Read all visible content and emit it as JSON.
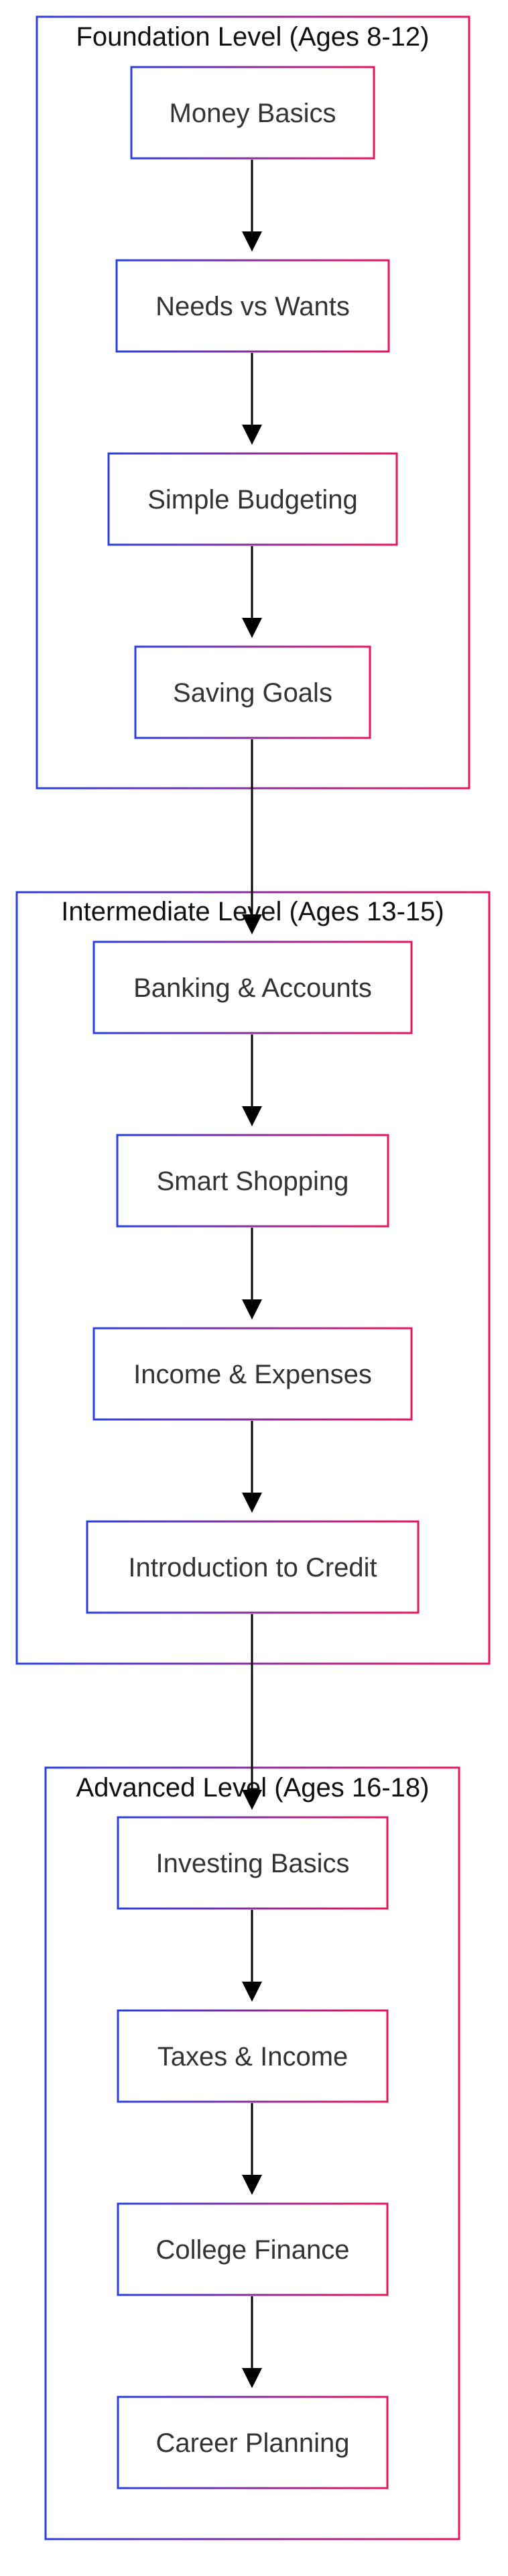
{
  "diagram": {
    "type": "flowchart",
    "direction": "top-to-bottom",
    "colors": {
      "border_start": "#2b3fe0",
      "border_end": "#e8175d",
      "arrow": "#000000",
      "node_text": "#333333",
      "group_title": "#111111",
      "background": "#ffffff"
    },
    "groups": [
      {
        "id": "foundation",
        "title": "Foundation Level (Ages 8-12)",
        "nodes": [
          {
            "id": "money-basics",
            "label": "Money Basics"
          },
          {
            "id": "needs-vs-wants",
            "label": "Needs vs Wants"
          },
          {
            "id": "simple-budgeting",
            "label": "Simple Budgeting"
          },
          {
            "id": "saving-goals",
            "label": "Saving Goals"
          }
        ]
      },
      {
        "id": "intermediate",
        "title": "Intermediate Level (Ages 13-15)",
        "nodes": [
          {
            "id": "banking-accounts",
            "label": "Banking & Accounts"
          },
          {
            "id": "smart-shopping",
            "label": "Smart Shopping"
          },
          {
            "id": "income-expenses",
            "label": "Income & Expenses"
          },
          {
            "id": "intro-credit",
            "label": "Introduction to Credit"
          }
        ]
      },
      {
        "id": "advanced",
        "title": "Advanced Level (Ages 16-18)",
        "nodes": [
          {
            "id": "investing-basics",
            "label": "Investing Basics"
          },
          {
            "id": "taxes-income",
            "label": "Taxes & Income"
          },
          {
            "id": "college-finance",
            "label": "College Finance"
          },
          {
            "id": "career-planning",
            "label": "Career Planning"
          }
        ]
      }
    ],
    "edges": [
      [
        "money-basics",
        "needs-vs-wants"
      ],
      [
        "needs-vs-wants",
        "simple-budgeting"
      ],
      [
        "simple-budgeting",
        "saving-goals"
      ],
      [
        "saving-goals",
        "banking-accounts"
      ],
      [
        "banking-accounts",
        "smart-shopping"
      ],
      [
        "smart-shopping",
        "income-expenses"
      ],
      [
        "income-expenses",
        "intro-credit"
      ],
      [
        "intro-credit",
        "investing-basics"
      ],
      [
        "investing-basics",
        "taxes-income"
      ],
      [
        "taxes-income",
        "college-finance"
      ],
      [
        "college-finance",
        "career-planning"
      ]
    ]
  }
}
